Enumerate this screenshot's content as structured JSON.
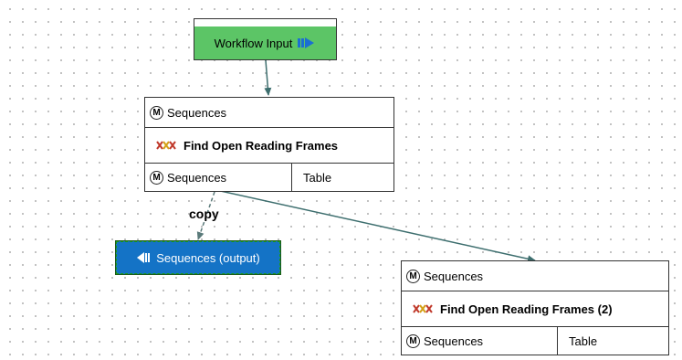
{
  "workflow_input": {
    "label": "Workflow Input",
    "icon": "arrow-right-icon"
  },
  "block1": {
    "input_port": "Sequences",
    "tool_name": "Find Open Reading Frames",
    "output_port_1": "Sequences",
    "output_port_2": "Table"
  },
  "output_node": {
    "label": "Sequences (output)",
    "icon": "arrow-left-icon"
  },
  "edge_label": "copy",
  "block2": {
    "input_port": "Sequences",
    "tool_name": "Find Open Reading Frames (2)",
    "output_port_1": "Sequences",
    "output_port_2": "Table"
  },
  "port_marker": "M",
  "colors": {
    "input_green": "#5cc566",
    "output_blue": "#1473c6",
    "edge": "#3d6e6e"
  }
}
